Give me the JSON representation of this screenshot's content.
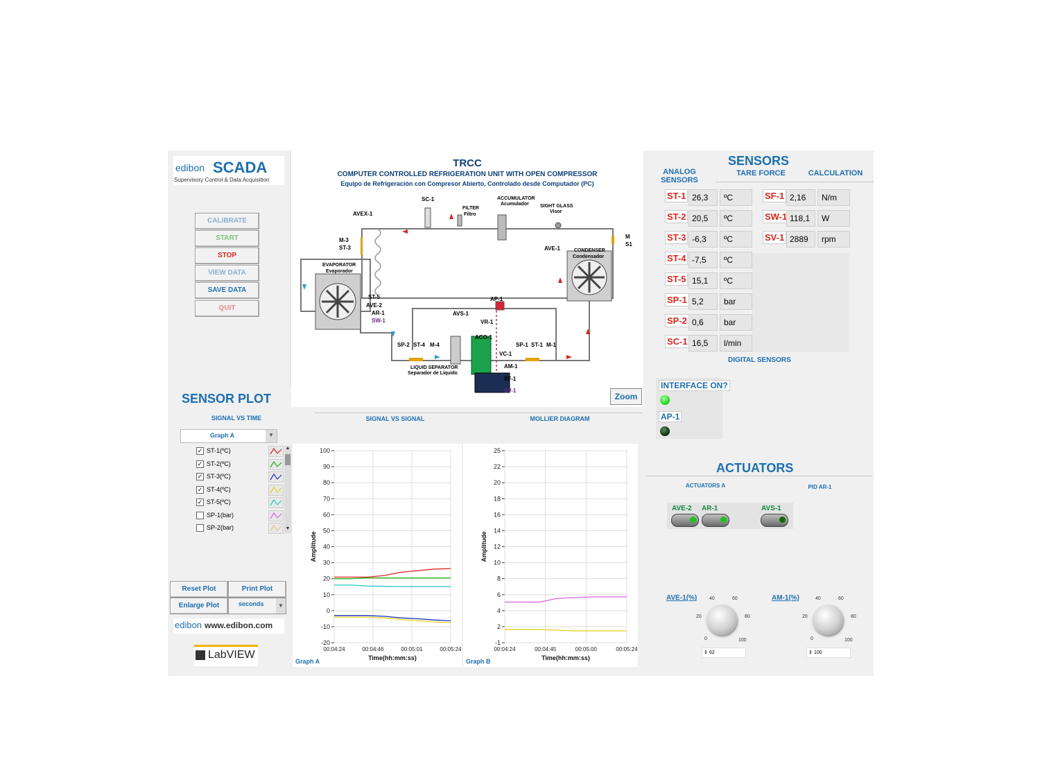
{
  "brand": {
    "edibon": "edibon",
    "scada": "SCADA",
    "tagline": "Supervisory Control & Data Acquisition",
    "website": "www.edibon.com",
    "labview": "LabVIEW"
  },
  "controls": {
    "calibrate": "CALIBRATE",
    "start": "START",
    "stop": "STOP",
    "view_data": "VIEW DATA",
    "save_data": "SAVE DATA",
    "quit": "QUIT"
  },
  "colors": {
    "edibon_red": "#e2231a",
    "accent_blue": "#1b6fb5",
    "led_on": "#22dd22"
  },
  "diagram": {
    "title": "TRCC",
    "subtitle_en": "COMPUTER CONTROLLED REFRIGERATION UNIT WITH OPEN COMPRESSOR",
    "subtitle_es": "Equipo de Refrigeración con Compresor Abierto, Controlado desde Computador (PC)",
    "labels": {
      "sc1": "SC-1",
      "filter": "FILTER",
      "filtro": "Filtro",
      "accumulator": "ACCUMULATOR",
      "acumulador": "Acumulador",
      "sight_glass": "SIGHT GLASS",
      "visor": "Visor",
      "avex1": "AVEX-1",
      "m3": "M-3",
      "st3": "ST-3",
      "evaporator": "EVAPORATOR",
      "evaporador": "Evaporador",
      "st5": "ST-5",
      "ave2": "AVE-2",
      "ar1": "AR-1",
      "sw1": "SW-1",
      "ave1": "AVE-1",
      "condenser": "CONDENSER",
      "condensador": "Condensador",
      "m": "M",
      "s1": "S1",
      "ap1": "AP-1",
      "avs1": "AVS-1",
      "vr1": "VR-1",
      "aco1": "ACO-1",
      "sp2": "SP-2",
      "st4": "ST-4",
      "m4": "M-4",
      "sp1": "SP-1",
      "st1": "ST-1",
      "m1": "M-1",
      "vc1": "VC-1",
      "am1": "AM-1",
      "sf1": "SF-1",
      "sv1": "SV-1",
      "liquid_separator": "LIQUID SEPARATOR",
      "separador": "Separador de Líquido"
    },
    "zoom": "Zoom"
  },
  "sensors": {
    "title": "SENSORS",
    "tabs": [
      "ANALOG SENSORS",
      "TARE FORCE",
      "CALCULATION"
    ],
    "analog": [
      {
        "name": "ST-1",
        "value": "26,3",
        "unit": "ºC"
      },
      {
        "name": "ST-2",
        "value": "20,5",
        "unit": "ºC"
      },
      {
        "name": "ST-3",
        "value": "-6,3",
        "unit": "ºC"
      },
      {
        "name": "ST-4",
        "value": "-7,5",
        "unit": "ºC"
      },
      {
        "name": "ST-5",
        "value": "15,1",
        "unit": "ºC"
      },
      {
        "name": "SP-1",
        "value": "5,2",
        "unit": "bar"
      },
      {
        "name": "SP-2",
        "value": "0,6",
        "unit": "bar"
      },
      {
        "name": "SC-1",
        "value": "16,5",
        "unit": "l/min"
      }
    ],
    "right": [
      {
        "name": "SF-1",
        "value": "2,16",
        "unit": "N/m"
      },
      {
        "name": "SW-1",
        "value": "118,1",
        "unit": "W"
      },
      {
        "name": "SV-1",
        "value": "2889",
        "unit": "rpm"
      }
    ],
    "digital_title": "DIGITAL SENSORS",
    "interface_label": "INTERFACE ON?",
    "ap1_label": "AP-1"
  },
  "actuators": {
    "title": "ACTUATORS",
    "tabs": [
      "ACTUATORS A",
      "PID AR-1"
    ],
    "toggles": [
      "AVE-2",
      "AR-1",
      "AVS-1"
    ],
    "knob1": {
      "label": "AVE-1(%)",
      "value": "62"
    },
    "knob2": {
      "label": "AM-1(%)",
      "value": "100"
    },
    "ticks": [
      "0",
      "20",
      "40",
      "60",
      "80",
      "100"
    ]
  },
  "plot": {
    "title": "SENSOR PLOT",
    "tabs": [
      "SIGNAL VS TIME",
      "SIGNAL VS SIGNAL",
      "MOLLIER DIAGRAM"
    ],
    "graph_select": "Graph A",
    "channels": [
      {
        "label": "ST-1(ºC)",
        "checked": true,
        "color": "#e02020"
      },
      {
        "label": "ST-2(ºC)",
        "checked": true,
        "color": "#18b018"
      },
      {
        "label": "ST-3(ºC)",
        "checked": true,
        "color": "#1c2fb8"
      },
      {
        "label": "ST-4(ºC)",
        "checked": true,
        "color": "#e8d020"
      },
      {
        "label": "ST-5(ºC)",
        "checked": true,
        "color": "#20c8c8"
      },
      {
        "label": "SP-1(bar)",
        "checked": false,
        "color": "#e060e0"
      },
      {
        "label": "SP-2(bar)",
        "checked": false,
        "color": "#e0c890"
      }
    ],
    "reset": "Reset Plot",
    "print": "Print Plot",
    "enlarge": "Enlarge Plot",
    "units": "seconds"
  },
  "chart_data": [
    {
      "type": "line",
      "title": "Graph A",
      "xlabel": "Time(hh:mm:ss)",
      "ylabel": "Amplitude",
      "ylim": [
        -20,
        100
      ],
      "yticks": [
        "100",
        "90",
        "80",
        "70",
        "60",
        "50",
        "40",
        "30",
        "20",
        "10",
        "0",
        "-10",
        "-20"
      ],
      "xticks": [
        "00:04:24",
        "00:04:46",
        "00:05:01",
        "00:05:24"
      ],
      "grid": true,
      "series": [
        {
          "name": "ST-1(ºC)",
          "color": "#e02020",
          "values": [
            21,
            21,
            21,
            22,
            24,
            25,
            26,
            26.3
          ]
        },
        {
          "name": "ST-2(ºC)",
          "color": "#18b018",
          "values": [
            20,
            20,
            20.5,
            20.5,
            20.5,
            20.5,
            20.5,
            20.5
          ]
        },
        {
          "name": "ST-5(ºC)",
          "color": "#20c8c8",
          "values": [
            16,
            16,
            15.5,
            15.2,
            15.1,
            15.1,
            15.1,
            15.1
          ]
        },
        {
          "name": "ST-3(ºC)",
          "color": "#1c2fb8",
          "values": [
            -3,
            -3,
            -3,
            -3.5,
            -4.5,
            -5,
            -5.8,
            -6.3
          ]
        },
        {
          "name": "ST-4(ºC)",
          "color": "#e8d020",
          "values": [
            -4,
            -4,
            -4,
            -4.5,
            -5.5,
            -6.2,
            -7,
            -7.5
          ]
        }
      ]
    },
    {
      "type": "line",
      "title": "Graph B",
      "xlabel": "Time(hh:mm:ss)",
      "ylabel": "Amplitude",
      "ylim": [
        -1,
        25
      ],
      "yticks": [
        "25",
        "22",
        "20",
        "18",
        "16",
        "14",
        "12",
        "10",
        "8",
        "6",
        "4",
        "2",
        "-1"
      ],
      "xticks": [
        "00:04:24",
        "00:04:45",
        "00:05:00",
        "00:05:24"
      ],
      "grid": true,
      "series": [
        {
          "name": "SP-1(bar)",
          "color": "#e060e0",
          "values": [
            4.5,
            4.5,
            4.5,
            5,
            5.1,
            5.2,
            5.2,
            5.2
          ]
        },
        {
          "name": "SP-2(bar)",
          "color": "#e8d020",
          "values": [
            0.8,
            0.8,
            0.8,
            0.7,
            0.6,
            0.6,
            0.6,
            0.6
          ]
        }
      ]
    }
  ]
}
